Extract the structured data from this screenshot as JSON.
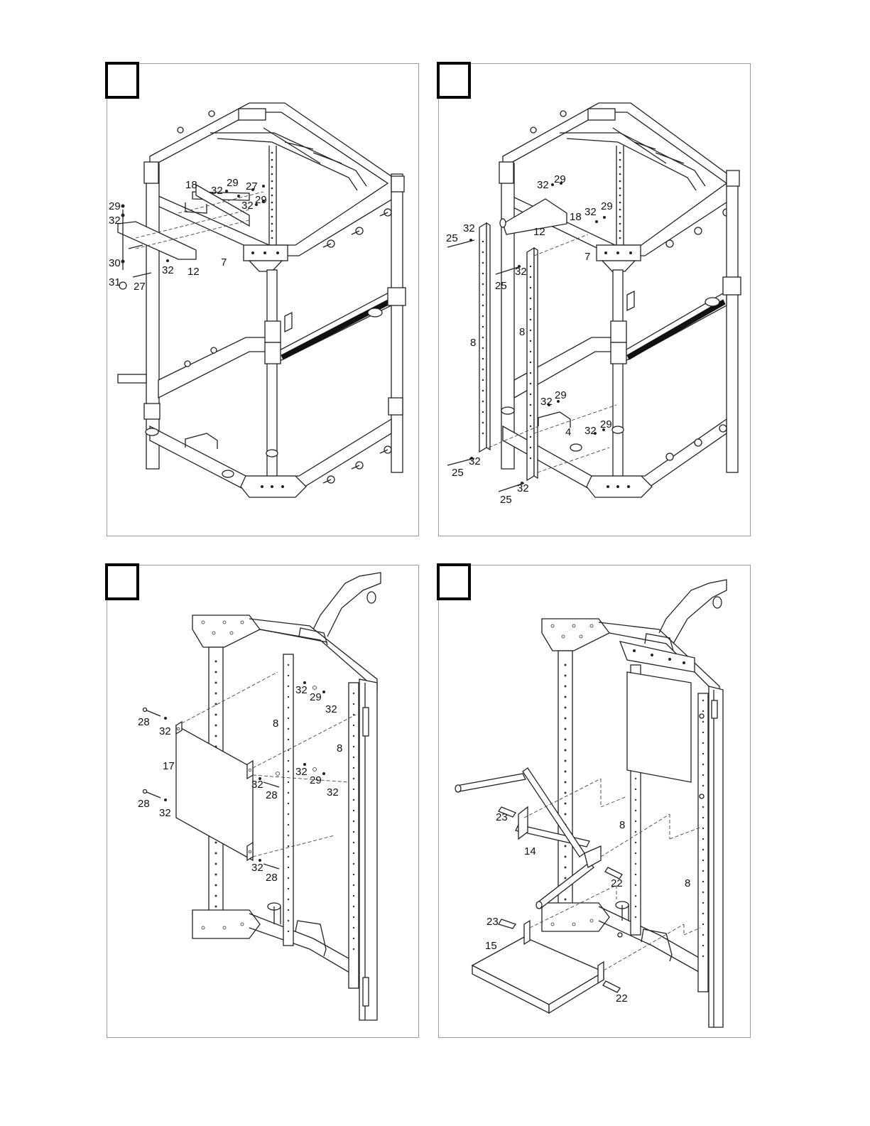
{
  "panels": [
    {
      "id": "p1",
      "labels": [
        "18",
        "32",
        "29",
        "27",
        "29",
        "32",
        "29",
        "32",
        "30",
        "31",
        "27",
        "32",
        "12",
        "7"
      ]
    },
    {
      "id": "p2",
      "labels": [
        "32",
        "29",
        "32",
        "29",
        "18",
        "12",
        "7",
        "32",
        "25",
        "32",
        "25",
        "8",
        "8",
        "32",
        "29",
        "32",
        "29",
        "4",
        "25",
        "32",
        "32",
        "25"
      ]
    },
    {
      "id": "p3",
      "labels": [
        "28",
        "32",
        "17",
        "8",
        "8",
        "32",
        "29",
        "32",
        "32",
        "28",
        "32",
        "29",
        "32",
        "28",
        "32",
        "32",
        "28"
      ]
    },
    {
      "id": "p4",
      "labels": [
        "23",
        "14",
        "8",
        "8",
        "22",
        "23",
        "15",
        "22"
      ]
    }
  ]
}
